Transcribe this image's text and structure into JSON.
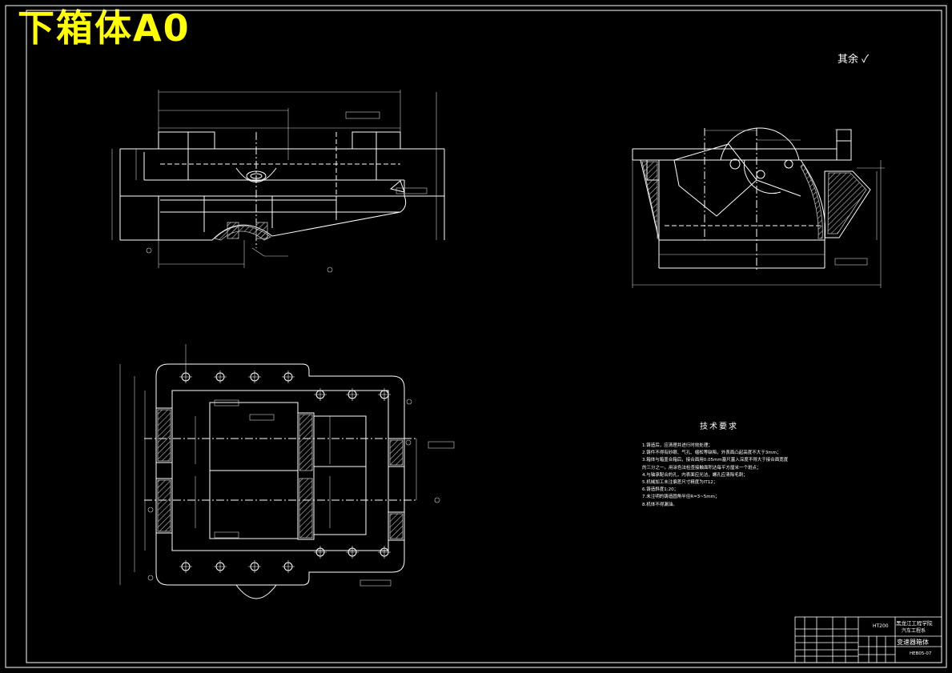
{
  "title_overlay": "下箱体A0",
  "surface_note": "其余",
  "tech_requirements": {
    "title": "技术要求",
    "items": [
      "1.铸造后，应清理并进行时效处理；",
      "2.铸件不得有砂眼、气孔、缩松等缺陷，外表面凸起高度不大于3mm；",
      "3.箱体与箱盖合箱后，接合面用0.05mm塞尺塞入深度不得大于接合面宽度",
      "的三分之一。用涂色法检查接触面积达每平方厘米一个斑点；",
      "4.与轴承配合的孔，内表面应光洁，螺孔应清除毛刺；",
      "5.机械加工未注偏差尺寸精度为IT12；",
      "6.铸造斜度1:20；",
      "7.未注明的铸造圆角半径R=3~5mm；",
      "8.机体不得漏油。"
    ]
  },
  "title_block": {
    "school": "黑龙江工程学院",
    "dept": "汽车工程系",
    "part_name": "变速器箱体",
    "material": "HT200",
    "drawing_no": "HEB05-07"
  },
  "colors": {
    "background": "#000000",
    "line": "#ffffff",
    "title": "#ffff00",
    "hatch": "#c0c0c0",
    "dim": "#d0d0d0"
  }
}
